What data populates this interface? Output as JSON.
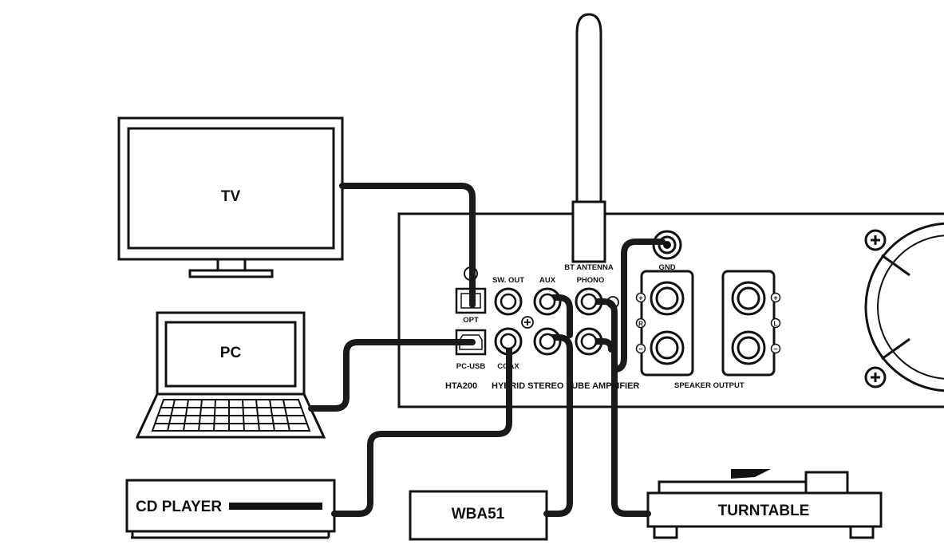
{
  "devices": {
    "tv": "TV",
    "pc": "PC",
    "cd_player": "CD PLAYER",
    "wba51": "WBA51",
    "turntable": "TURNTABLE"
  },
  "amplifier": {
    "model": "HTA200",
    "title": "HYBRID STEREO TUBE AMPLIFIER",
    "bt_antenna": "BT ANTENNA",
    "gnd": "GND",
    "speaker_output": "SPEAKER OUTPUT",
    "ports": {
      "opt": "OPT",
      "pc_usb": "PC-USB",
      "sw_out": "SW. OUT",
      "coax": "COAX",
      "aux": "AUX",
      "phono": "PHONO"
    },
    "markers": {
      "left": "L",
      "right": "R",
      "plus": "+",
      "minus": "−"
    }
  },
  "colors": {
    "line": "#111111",
    "cable": "#1a1a1a",
    "background": "#ffffff"
  }
}
